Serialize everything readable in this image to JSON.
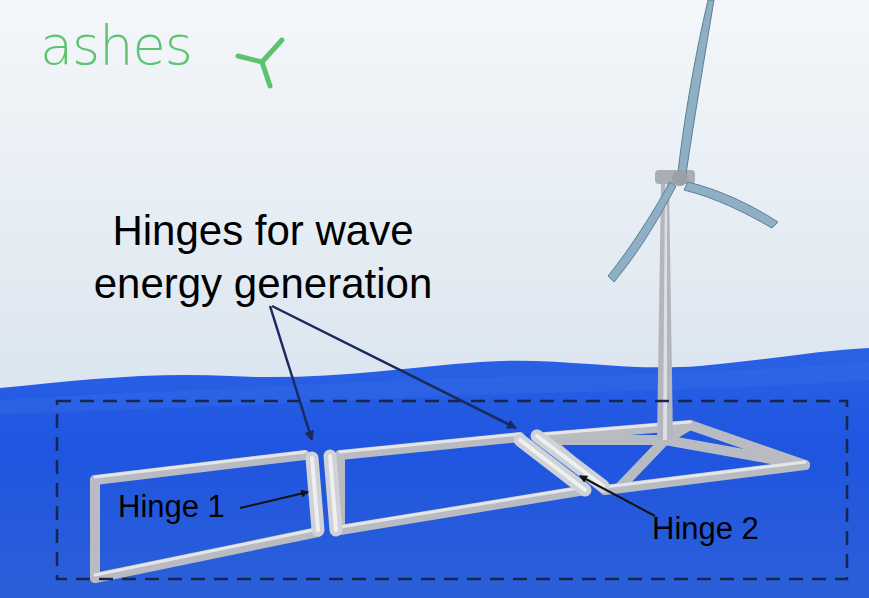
{
  "diagram": {
    "labels": [
      "ashes",
      "Hinges for wave energy generation",
      "Hinge 1",
      "Hinge 2"
    ]
  }
}
